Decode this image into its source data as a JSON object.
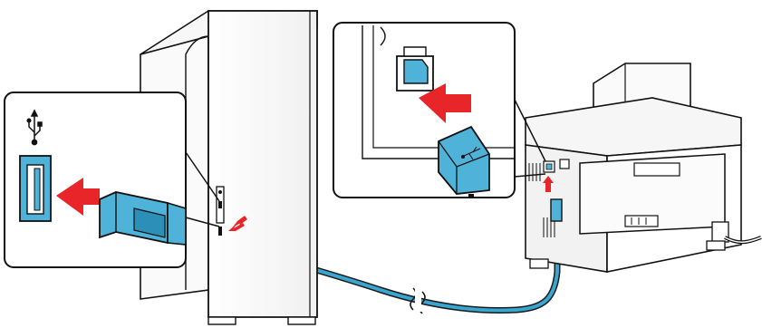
{
  "diagram": {
    "computer": "desktop-tower",
    "printer": "printer-rear-view",
    "cable": "usb-cable",
    "left_callout": "usb-a-port-on-computer",
    "right_callout": "usb-b-port-on-printer",
    "port_symbol": "usb-icon",
    "colors": {
      "outline": "#111111",
      "connector": "#4fb3d9",
      "connector_dark": "#2b8fb8",
      "arrow": "#e8262a",
      "panel_gray": "#f2f2f2",
      "cable": "#3aa6cf"
    }
  }
}
